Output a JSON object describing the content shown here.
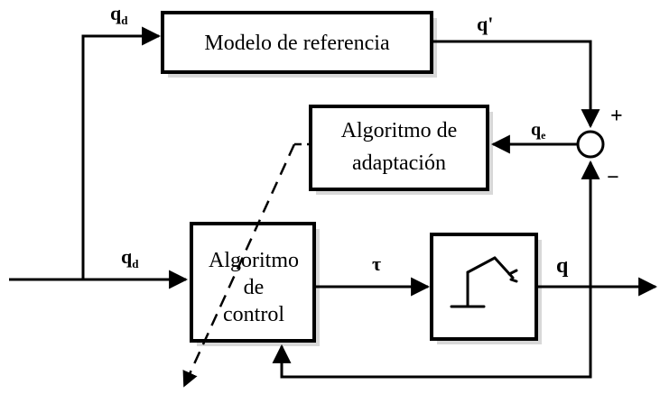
{
  "blocks": {
    "reference_model": {
      "label": "Modelo de referencia"
    },
    "adaptation": {
      "line1": "Algoritmo de",
      "line2": "adaptación"
    },
    "controller": {
      "line1": "Algoritmo",
      "line2": "de",
      "line3": "control"
    }
  },
  "signals": {
    "qd_top": {
      "main": "q",
      "sub": "d"
    },
    "qd_mid": {
      "main": "q",
      "sub": "d"
    },
    "q_prime": "q'",
    "qe": {
      "main": "q",
      "sub": "e"
    },
    "tau": "τ",
    "q_out": "q"
  },
  "summing_junction": {
    "plus": "+",
    "minus": "−"
  },
  "plant": {
    "icon": "robot-arm-icon"
  }
}
